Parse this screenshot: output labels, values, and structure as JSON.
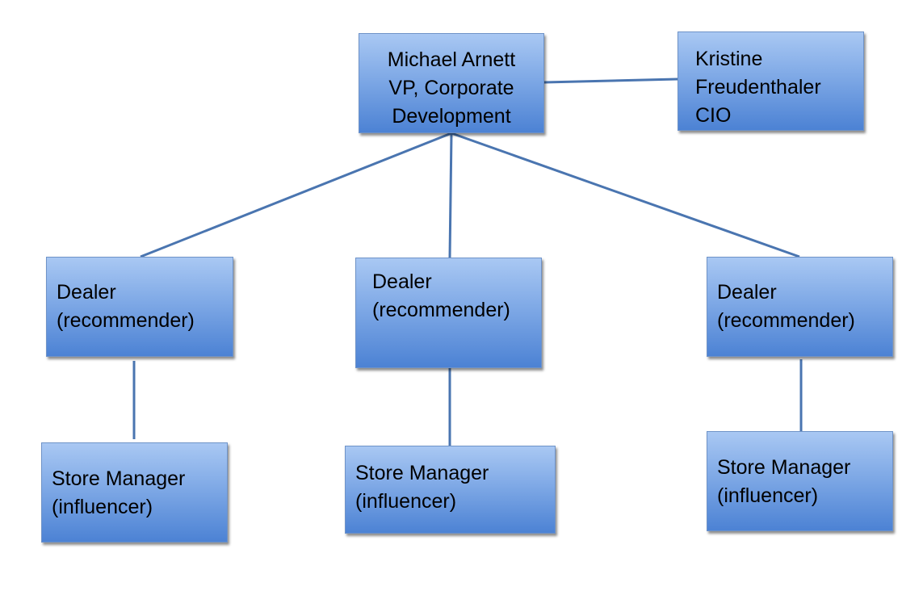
{
  "chart": {
    "nodes": {
      "michael": {
        "lines": [
          "Michael Arnett",
          "VP, Corporate",
          "Development"
        ]
      },
      "kristine": {
        "lines": [
          "Kristine",
          "Freudenthaler",
          "CIO"
        ]
      },
      "dealer_1": {
        "lines": [
          "Dealer",
          "(recommender)"
        ]
      },
      "dealer_2": {
        "lines": [
          "Dealer",
          "(recommender)"
        ]
      },
      "dealer_3": {
        "lines": [
          "Dealer",
          "(recommender)"
        ]
      },
      "store_1": {
        "lines": [
          "Store Manager",
          "(influencer)"
        ]
      },
      "store_2": {
        "lines": [
          "Store Manager",
          "(influencer)"
        ]
      },
      "store_3": {
        "lines": [
          "Store Manager",
          "(influencer)"
        ]
      }
    },
    "edges": [
      {
        "from": "michael",
        "to": "kristine"
      },
      {
        "from": "michael",
        "to": "dealer_1"
      },
      {
        "from": "michael",
        "to": "dealer_2"
      },
      {
        "from": "michael",
        "to": "dealer_3"
      },
      {
        "from": "dealer_1",
        "to": "store_1"
      },
      {
        "from": "dealer_2",
        "to": "store_2"
      },
      {
        "from": "dealer_3",
        "to": "store_3"
      }
    ],
    "colors": {
      "box_fill_top": "#a9c8f3",
      "box_fill_bottom": "#4c82d4",
      "connector": "#4a75b0",
      "text": "#000000"
    }
  }
}
